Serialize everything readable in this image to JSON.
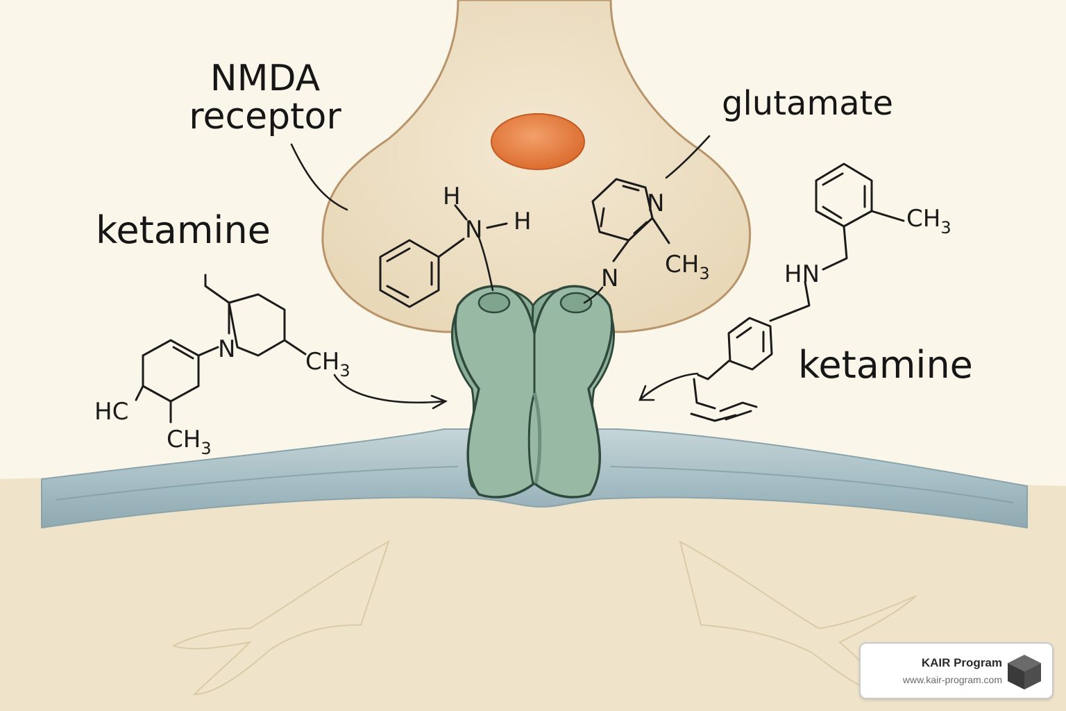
{
  "labels": {
    "nmda_line1": "NMDA",
    "nmda_line2": "receptor",
    "glutamate": "glutamate",
    "ketamine_left": "ketamine",
    "ketamine_right": "ketamine"
  },
  "atoms": {
    "h_top": "H",
    "n_amine": "N",
    "h_right": "H",
    "n_pyridine": "N",
    "ch3_pyridine_c": "CH",
    "ch3_pyridine_sub": "3",
    "n_pyridine_low": "N",
    "n_left_ring": "N",
    "ch3_left_c": "CH",
    "ch3_left_sub": "3",
    "hc_left": "HC",
    "ch3_bottom_c": "CH",
    "ch3_bottom_sub": "3",
    "ch3_right_c": "CH",
    "ch3_right_sub": "3",
    "hn_right": "HN"
  },
  "brand": {
    "name": "KAIR Program",
    "url": "www.kair-program.com"
  },
  "colors": {
    "background": "#fbf6ea",
    "cell_body": "#efe2c8",
    "cell_outline": "#b8946a",
    "vesicle": "#e87d3e",
    "receptor": "#8fb29c",
    "receptor_outline": "#2f4a3c",
    "membrane": "#a9bfc4",
    "ink": "#1b1b1b"
  }
}
